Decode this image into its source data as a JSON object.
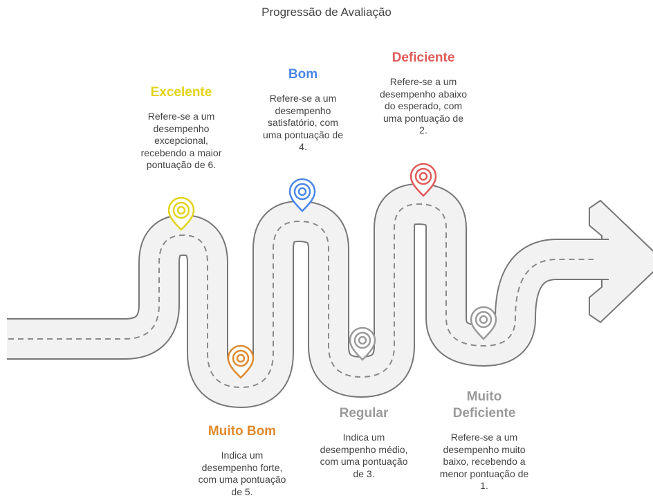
{
  "title": "Progressão de Avaliação",
  "colors": {
    "road": "#f2f2f2",
    "road_edge": "#777777",
    "dash": "#8a8a8a",
    "excelente": "#e3d31a",
    "bom": "#4a86e8",
    "deficiente": "#e05a5a",
    "muito_bom": "#e08a2e",
    "regular": "#9a9a9a",
    "muito_deficiente": "#9a9a9a"
  },
  "stages": {
    "excelente": {
      "name": "Excelente",
      "desc": [
        "Refere-se a um",
        "desempenho",
        "excepcional,",
        "recebendo a maior",
        "pontuação de 6."
      ]
    },
    "bom": {
      "name": "Bom",
      "desc": [
        "Refere-se a um",
        "desempenho",
        "satisfatório, com",
        "uma pontuação de",
        "4."
      ]
    },
    "deficiente": {
      "name": "Deficiente",
      "desc": [
        "Refere-se a um",
        "desempenho abaixo",
        "do esperado, com",
        "uma pontuação de",
        "2."
      ]
    },
    "muito_bom": {
      "name": "Muito Bom",
      "desc": [
        "Indica um",
        "desempenho forte,",
        "com uma pontuação",
        "de 5."
      ]
    },
    "regular": {
      "name": "Regular",
      "desc": [
        "Indica um",
        "desempenho médio,",
        "com uma pontuação",
        "de 3."
      ]
    },
    "muito_deficiente": {
      "name": [
        "Muito",
        "Deficiente"
      ],
      "desc": [
        "Refere-se a um",
        "desempenho muito",
        "baixo, recebendo a",
        "menor pontuação de",
        "1."
      ]
    }
  }
}
